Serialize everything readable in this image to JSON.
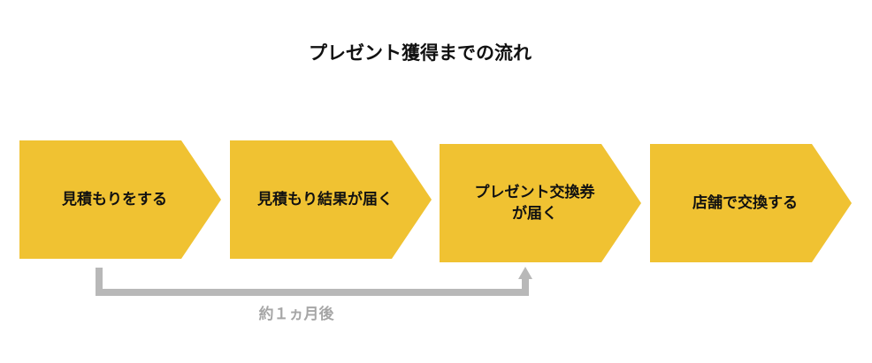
{
  "title": "プレゼント獲得までの流れ",
  "steps": [
    {
      "label": "見積もりをする"
    },
    {
      "label": "見積もり結果が届く"
    },
    {
      "label": "プレゼント交換券\nが届く"
    },
    {
      "label": "店舗で交換する"
    }
  ],
  "interval_label": "約１ヵ月後",
  "colors": {
    "step_fill": "#F0C232",
    "connector": "#B8B8B8",
    "note_text": "#A6A6A6"
  }
}
